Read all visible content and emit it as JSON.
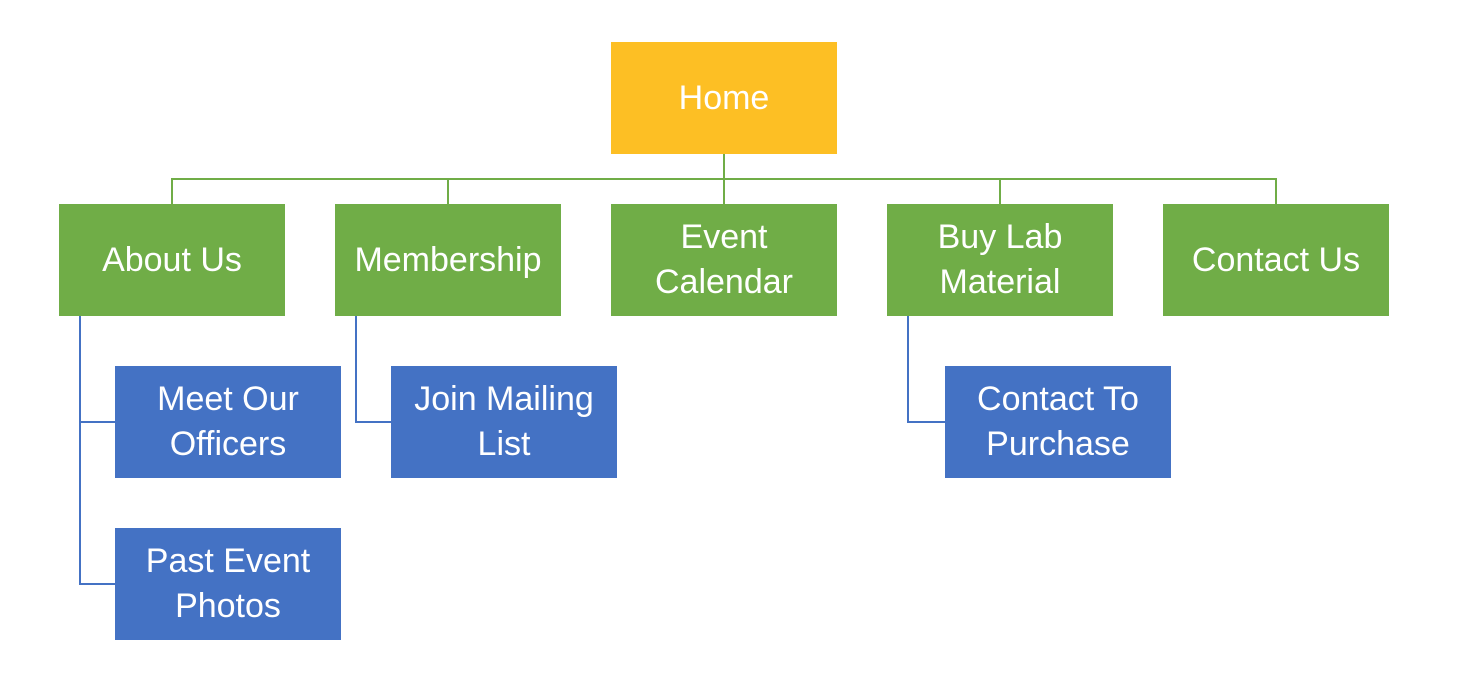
{
  "colors": {
    "root": "#fdbf24",
    "level1": "#70ad47",
    "level2": "#4472c4",
    "connector_green": "#70ad47",
    "connector_blue": "#4472c4",
    "text": "#ffffff"
  },
  "sitemap": {
    "root": {
      "label": "Home"
    },
    "sections": [
      {
        "label": "About Us",
        "children": [
          {
            "label": "Meet Our\nOfficers"
          },
          {
            "label": "Past Event\nPhotos"
          }
        ]
      },
      {
        "label": "Membership",
        "children": [
          {
            "label": "Join Mailing\nList"
          }
        ]
      },
      {
        "label": "Event\nCalendar",
        "children": []
      },
      {
        "label": "Buy Lab\nMaterial",
        "children": [
          {
            "label": "Contact To\nPurchase"
          }
        ]
      },
      {
        "label": "Contact Us",
        "children": []
      }
    ]
  }
}
